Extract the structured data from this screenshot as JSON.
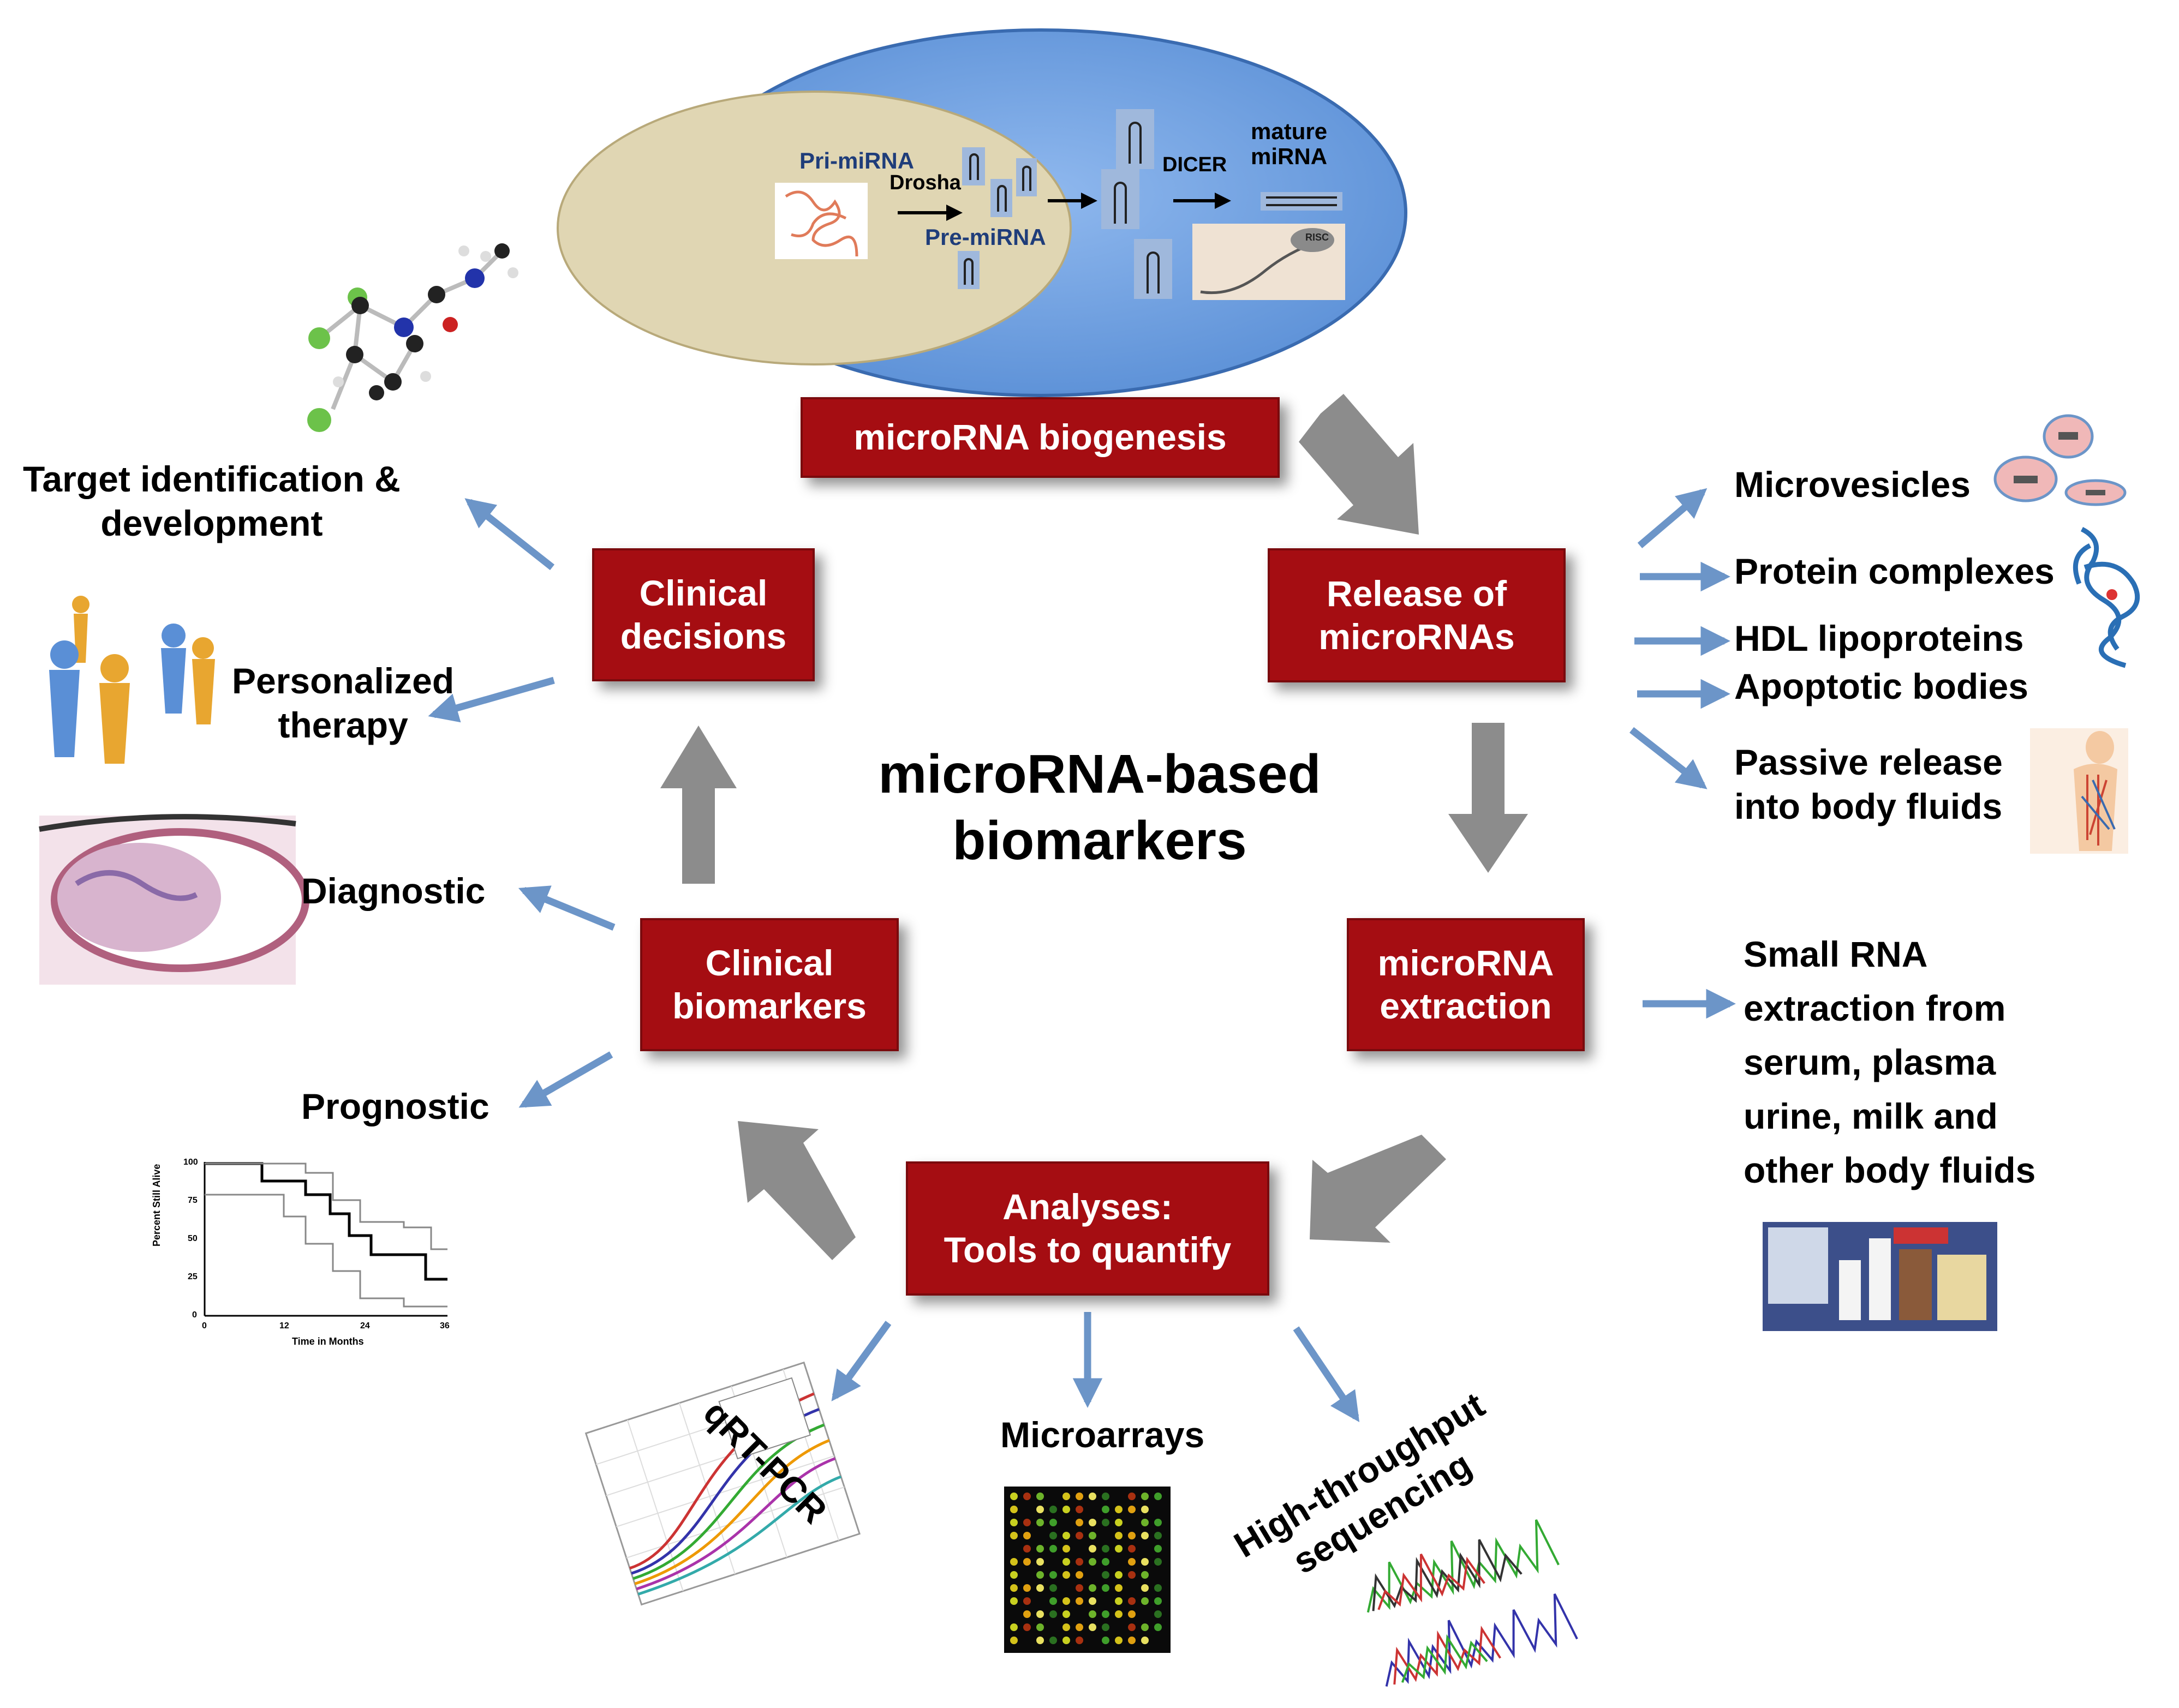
{
  "colors": {
    "node_fill": "#a50d12",
    "blue_arrow": "#6c95c8",
    "gray_arrow": "#8c8c8c",
    "cell": "#6d9fe0",
    "nucleus": "#e0d6b3"
  },
  "center_title": "microRNA-based\nbiomarkers",
  "biogenesis_panel": {
    "pri_mirna": "Pri-miRNA",
    "drosha": "Drosha",
    "pre_mirna": "Pre-miRNA",
    "dicer": "DICER",
    "mature_mirna": "mature\nmiRNA",
    "risc": "RISC"
  },
  "nodes": {
    "biogenesis": "microRNA biogenesis",
    "release": "Release of\nmicroRNAs",
    "extraction": "microRNA\nextraction",
    "analyses": "Analyses:\nTools to quantify",
    "biomarkers": "Clinical\nbiomarkers",
    "decisions": "Clinical\ndecisions"
  },
  "release_items": {
    "microvesicles": "Microvesicles",
    "protein_complexes": "Protein complexes",
    "hdl": "HDL lipoproteins",
    "apoptotic": "Apoptotic bodies",
    "passive": "Passive release\ninto body fluids"
  },
  "extraction_text": "Small RNA\nextraction from\nserum, plasma\nurine, milk and\nother body fluids",
  "analysis_methods": {
    "qrtpcr": "qRT-PCR",
    "microarrays": "Microarrays",
    "hts": "High-throughput\nsequencing"
  },
  "biomarker_uses": {
    "diagnostic": "Diagnostic",
    "prognostic": "Prognostic"
  },
  "decision_uses": {
    "target": "Target identification &\ndevelopment",
    "personalized": "Personalized\ntherapy"
  },
  "km_plot": {
    "ylabel": "Percent Still Alive",
    "xlabel": "Time in Months",
    "yticks": [
      "100",
      "75",
      "50",
      "25",
      "0"
    ],
    "xticks": [
      "0",
      "12",
      "24",
      "36"
    ]
  }
}
